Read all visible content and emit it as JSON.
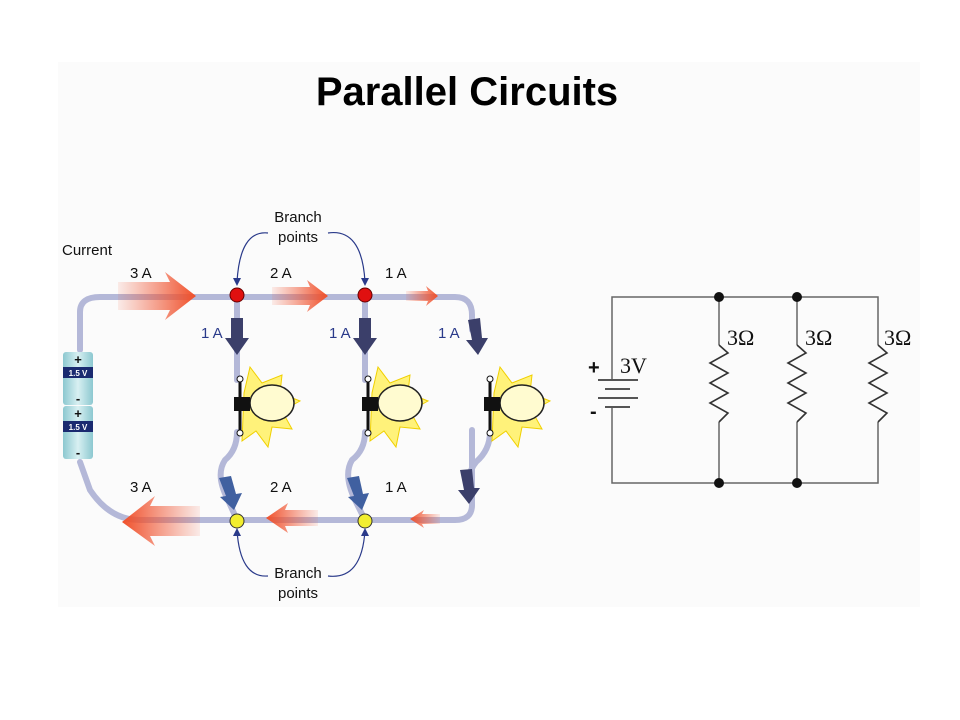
{
  "title": "Parallel Circuits",
  "pictorial": {
    "current_label": "Current",
    "branch_label_line1": "Branch",
    "branch_label_line2": "points",
    "top_currents": [
      "3 A",
      "2 A",
      "1 A"
    ],
    "branch_currents": [
      "1 A",
      "1 A",
      "1 A"
    ],
    "bottom_currents": [
      "3 A",
      "2 A",
      "1 A"
    ],
    "battery_cells": [
      {
        "plus": "+",
        "voltage": "1.5 V",
        "minus": "-"
      },
      {
        "plus": "+",
        "voltage": "1.5 V",
        "minus": "-"
      }
    ]
  },
  "schematic": {
    "source_voltage": "3V",
    "plus": "+",
    "minus": "-",
    "resistors": [
      "3Ω",
      "3Ω",
      "3Ω"
    ]
  },
  "colors": {
    "wire": "#b4b8d8",
    "arrow": "#f05a3a",
    "branch_arrow": "#3b3f6a",
    "top_node": "#e01010",
    "bottom_node": "#f2ee30"
  }
}
